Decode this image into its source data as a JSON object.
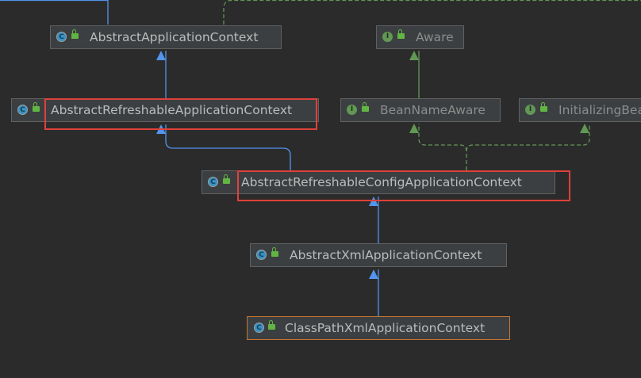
{
  "nodes": [
    {
      "id": "n_aac",
      "label": "AbstractApplicationContext",
      "kind": "abstract-class",
      "icon": "abstract-class-icon"
    },
    {
      "id": "n_aware",
      "label": "Aware",
      "kind": "interface",
      "icon": "interface-icon"
    },
    {
      "id": "n_arac",
      "label": "AbstractRefreshableApplicationContext",
      "kind": "abstract-class",
      "icon": "abstract-class-icon"
    },
    {
      "id": "n_bna",
      "label": "BeanNameAware",
      "kind": "interface",
      "icon": "interface-icon"
    },
    {
      "id": "n_ib",
      "label": "InitializingBean",
      "kind": "interface",
      "icon": "interface-icon"
    },
    {
      "id": "n_arcac",
      "label": "AbstractRefreshableConfigApplicationContext",
      "kind": "abstract-class",
      "icon": "abstract-class-icon"
    },
    {
      "id": "n_axac",
      "label": "AbstractXmlApplicationContext",
      "kind": "abstract-class",
      "icon": "abstract-class-icon"
    },
    {
      "id": "n_cpxac",
      "label": "ClassPathXmlApplicationContext",
      "kind": "class",
      "icon": "class-icon",
      "selected": true
    }
  ],
  "relations": [
    {
      "from": "n_arac",
      "to": "n_aac",
      "type": "extends"
    },
    {
      "from": "n_arcac",
      "to": "n_arac",
      "type": "extends"
    },
    {
      "from": "n_axac",
      "to": "n_arcac",
      "type": "extends"
    },
    {
      "from": "n_cpxac",
      "to": "n_axac",
      "type": "extends"
    },
    {
      "from": "n_bna",
      "to": "n_aware",
      "type": "implements"
    },
    {
      "from": "n_arcac",
      "to": "n_bna",
      "type": "implements"
    },
    {
      "from": "n_arcac",
      "to": "n_ib",
      "type": "implements"
    }
  ],
  "highlighted": [
    "n_arac",
    "n_arcac"
  ],
  "colors": {
    "background": "#2b2b2b",
    "extends": "#5394ec",
    "implements": "#629755",
    "highlight": "#e0403a",
    "selected_border": "#c57633"
  }
}
